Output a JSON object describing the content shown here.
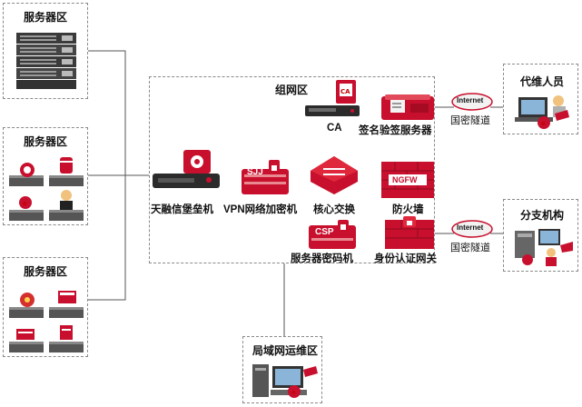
{
  "zones": {
    "server_zone_1": "服务器区",
    "server_zone_2": "服务器区",
    "server_zone_3": "服务器区",
    "network_zone": "组网区",
    "lan_ops_zone": "局域网运维区",
    "ops_staff_zone": "代维人员",
    "branch_zone": "分支机构"
  },
  "nodes": {
    "ca": "CA",
    "sign_verify": "签名验签服务器",
    "bastion": "天融信堡垒机",
    "vpn": "VPN网络加密机",
    "core_switch": "核心交换",
    "firewall": "防火墙",
    "server_crypto": "服务器密码机",
    "identity_gateway": "身份认证网关"
  },
  "device_marks": {
    "ca_mark": "CA",
    "sjj_mark": "SJJ",
    "csp_mark": "CSP",
    "ngfw_mark": "NGFW"
  },
  "tunnels": {
    "internet_top": "Internet",
    "tunnel_top": "国密隧道",
    "internet_bottom": "Internet",
    "tunnel_bottom": "国密隧道"
  },
  "colors": {
    "accent_red": "#c8102e",
    "device_dark": "#2b2b2b",
    "zone_border": "#8a8a8a"
  }
}
